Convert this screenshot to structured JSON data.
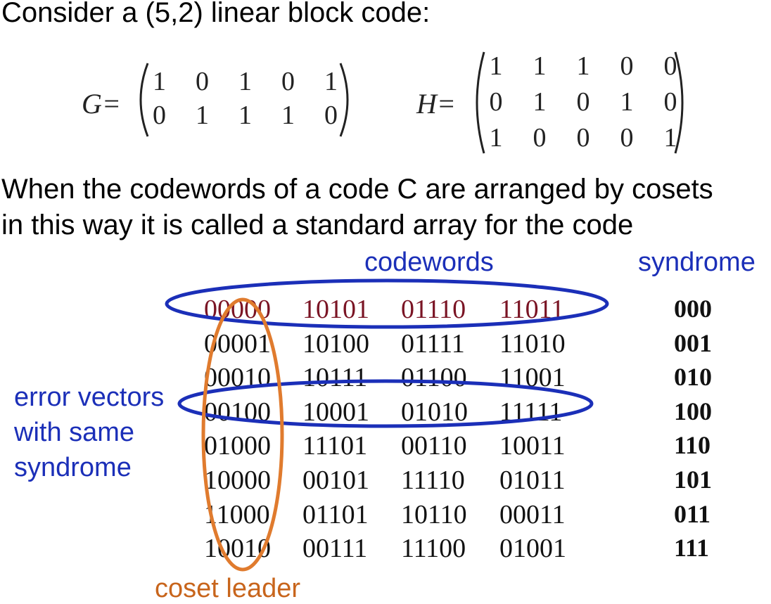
{
  "intro": "Consider a (5,2) linear block code:",
  "matrix_G": {
    "label": "G=",
    "rows": [
      [
        "1",
        "0",
        "1",
        "0",
        "1"
      ],
      [
        "0",
        "1",
        "1",
        "1",
        "0"
      ]
    ]
  },
  "matrix_H": {
    "label": "H=",
    "rows": [
      [
        "1",
        "1",
        "1",
        "0",
        "0"
      ],
      [
        "0",
        "1",
        "0",
        "1",
        "0"
      ],
      [
        "1",
        "0",
        "0",
        "0",
        "1"
      ]
    ]
  },
  "paragraph": {
    "line1": "When the codewords of a code C are arranged by cosets",
    "line2": "in this way it is called a standard array for the code"
  },
  "labels": {
    "codewords": "codewords",
    "syndrome": "syndrome",
    "error_vectors_1": "error vectors",
    "error_vectors_2": "with same",
    "error_vectors_3": "syndrome",
    "coset_leader": "coset leader"
  },
  "standard_array": [
    [
      "00000",
      "10101",
      "01110",
      "11011"
    ],
    [
      "00001",
      "10100",
      "01111",
      "11010"
    ],
    [
      "00010",
      "10111",
      "01100",
      "11001"
    ],
    [
      "00100",
      "10001",
      "01010",
      "11111"
    ],
    [
      "01000",
      "11101",
      "00110",
      "10011"
    ],
    [
      "10000",
      "00101",
      "11110",
      "01011"
    ],
    [
      "11000",
      "01101",
      "10110",
      "00011"
    ],
    [
      "10010",
      "00111",
      "11100",
      "01001"
    ]
  ],
  "syndromes": [
    "000",
    "001",
    "010",
    "100",
    "110",
    "101",
    "011",
    "111"
  ],
  "colors": {
    "annotation_blue": "#1b2fb8",
    "annotation_orange": "#e07b2e",
    "codeword_red": "#7a1424"
  }
}
